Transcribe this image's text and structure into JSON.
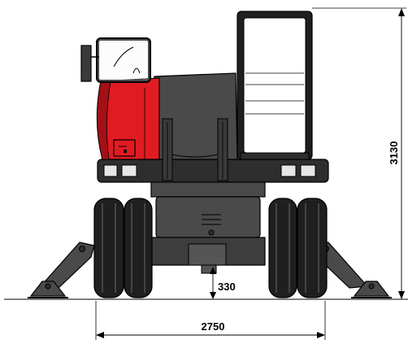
{
  "dimensions": {
    "overall_height": "3130",
    "ground_clearance": "330",
    "track_width": "2750"
  },
  "colors": {
    "body_red": "#e11b22",
    "body_dark_red": "#a31015",
    "chassis_gray": "#4a4a4a",
    "chassis_dark": "#2e2e2e",
    "tire": "#1f1f1f",
    "outline": "#000000",
    "light_lens": "#e6e6e6"
  }
}
